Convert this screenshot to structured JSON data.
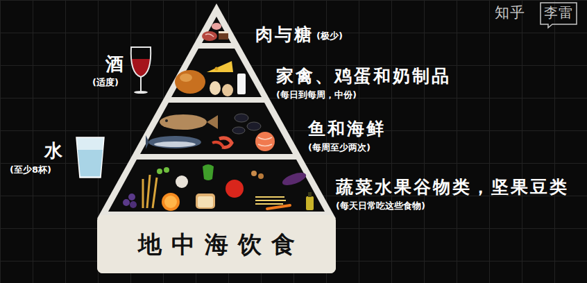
{
  "diagram": {
    "nodes": [
      {
        "text": [
          "地中海饮食"
        ]
      }
    ],
    "labels": [
      "知乎",
      "李雷",
      "肉与糖",
      "(极少)",
      "酒",
      "(适度)",
      "家禽、鸡蛋和奶制品",
      "(每日到每周，中份)",
      "水",
      "(至少8杯)",
      "鱼和海鲜",
      "(每周至少两次)",
      "蔬菜水果谷物类，坚果豆类",
      "(每天日常吃这些食物)"
    ]
  }
}
